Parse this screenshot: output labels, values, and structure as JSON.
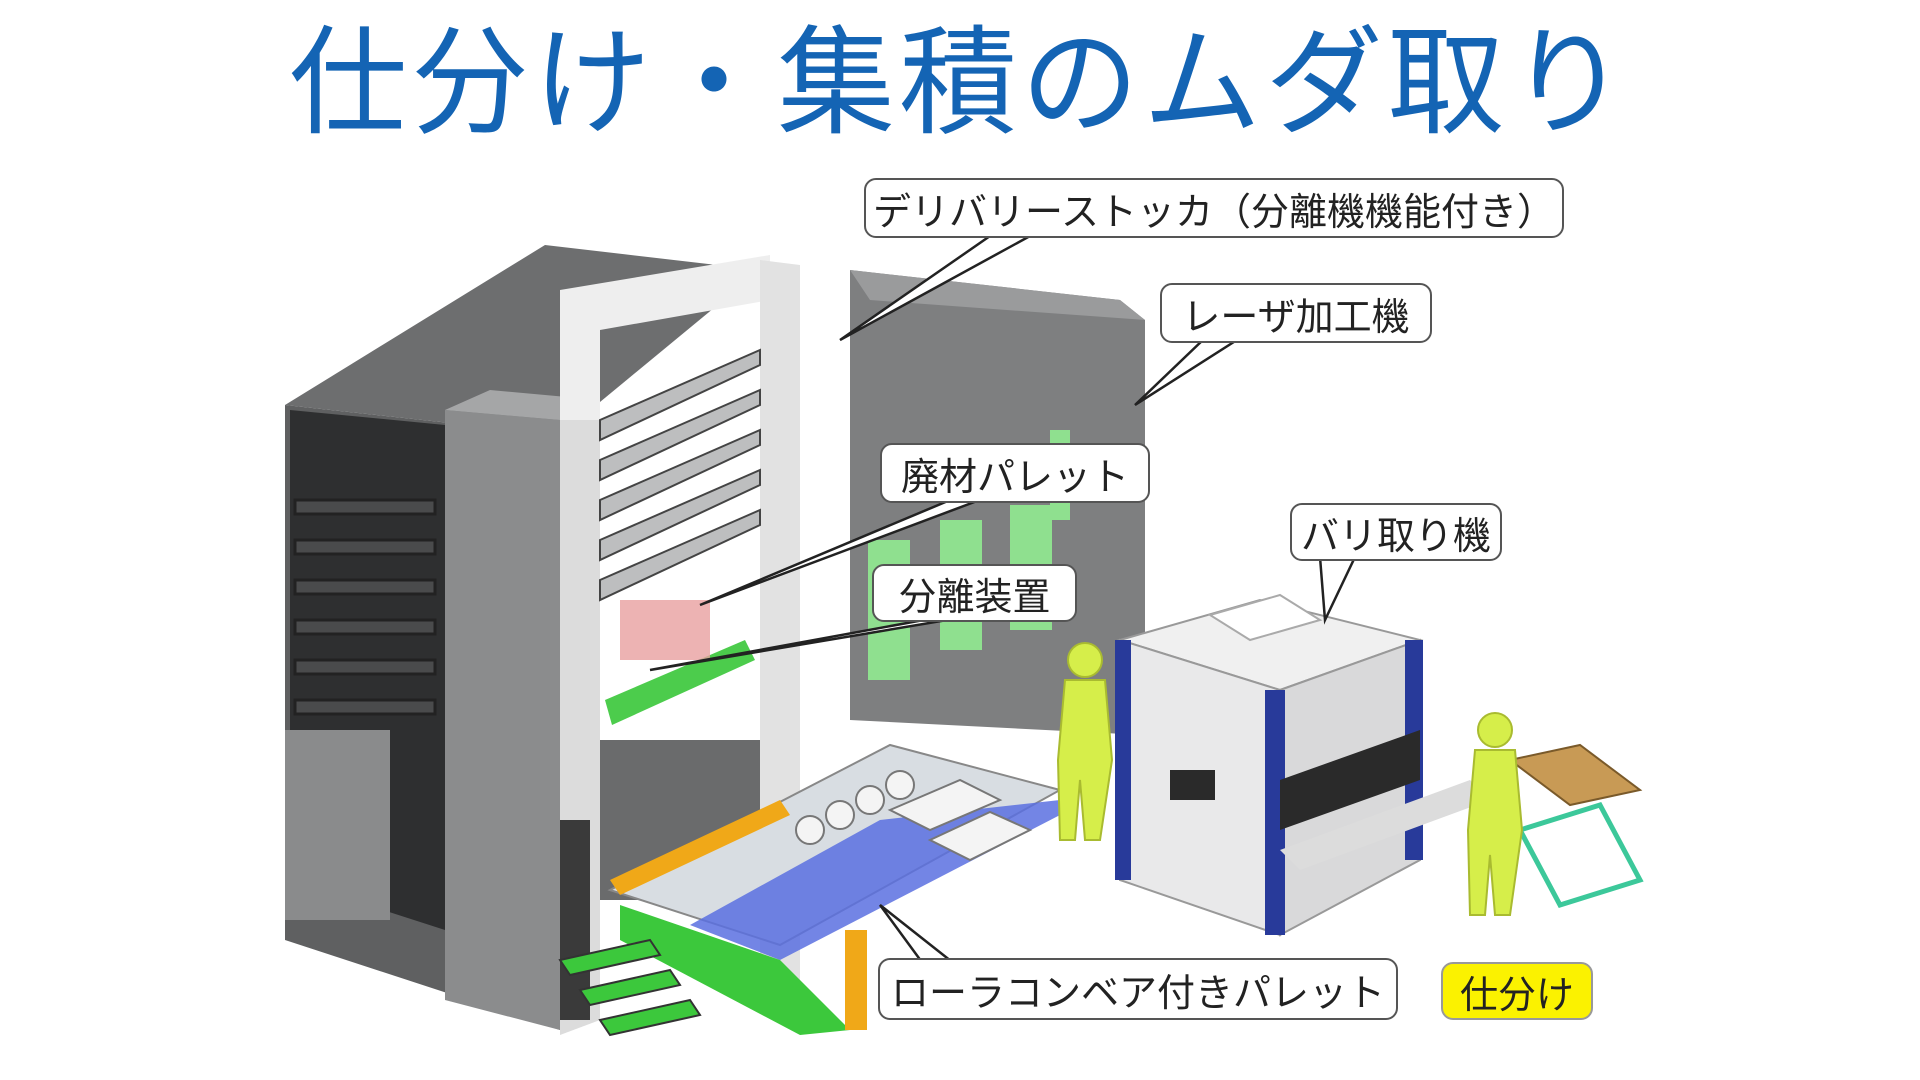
{
  "title": "仕分け・集積のムダ取り",
  "labels": {
    "delivery_stocker": "デリバリーストッカ（分離機機能付き）",
    "laser_machine": "レーザ加工機",
    "scrap_pallet": "廃材パレット",
    "separation_device": "分離装置",
    "deburring_machine": "バリ取り機",
    "roller_conveyor_pallet": "ローラコンベア付きパレット",
    "sorting": "仕分け"
  },
  "colors": {
    "title": "#1464b4",
    "machine_gray": "#7a7b7c",
    "frame_white": "#e8e8e8",
    "green_panel": "#8fe08f",
    "worker": "#d6ee4a",
    "conveyor_orange": "#f0a818",
    "conveyor_green": "#3cc83c",
    "sorting_badge": "#fbf200"
  }
}
